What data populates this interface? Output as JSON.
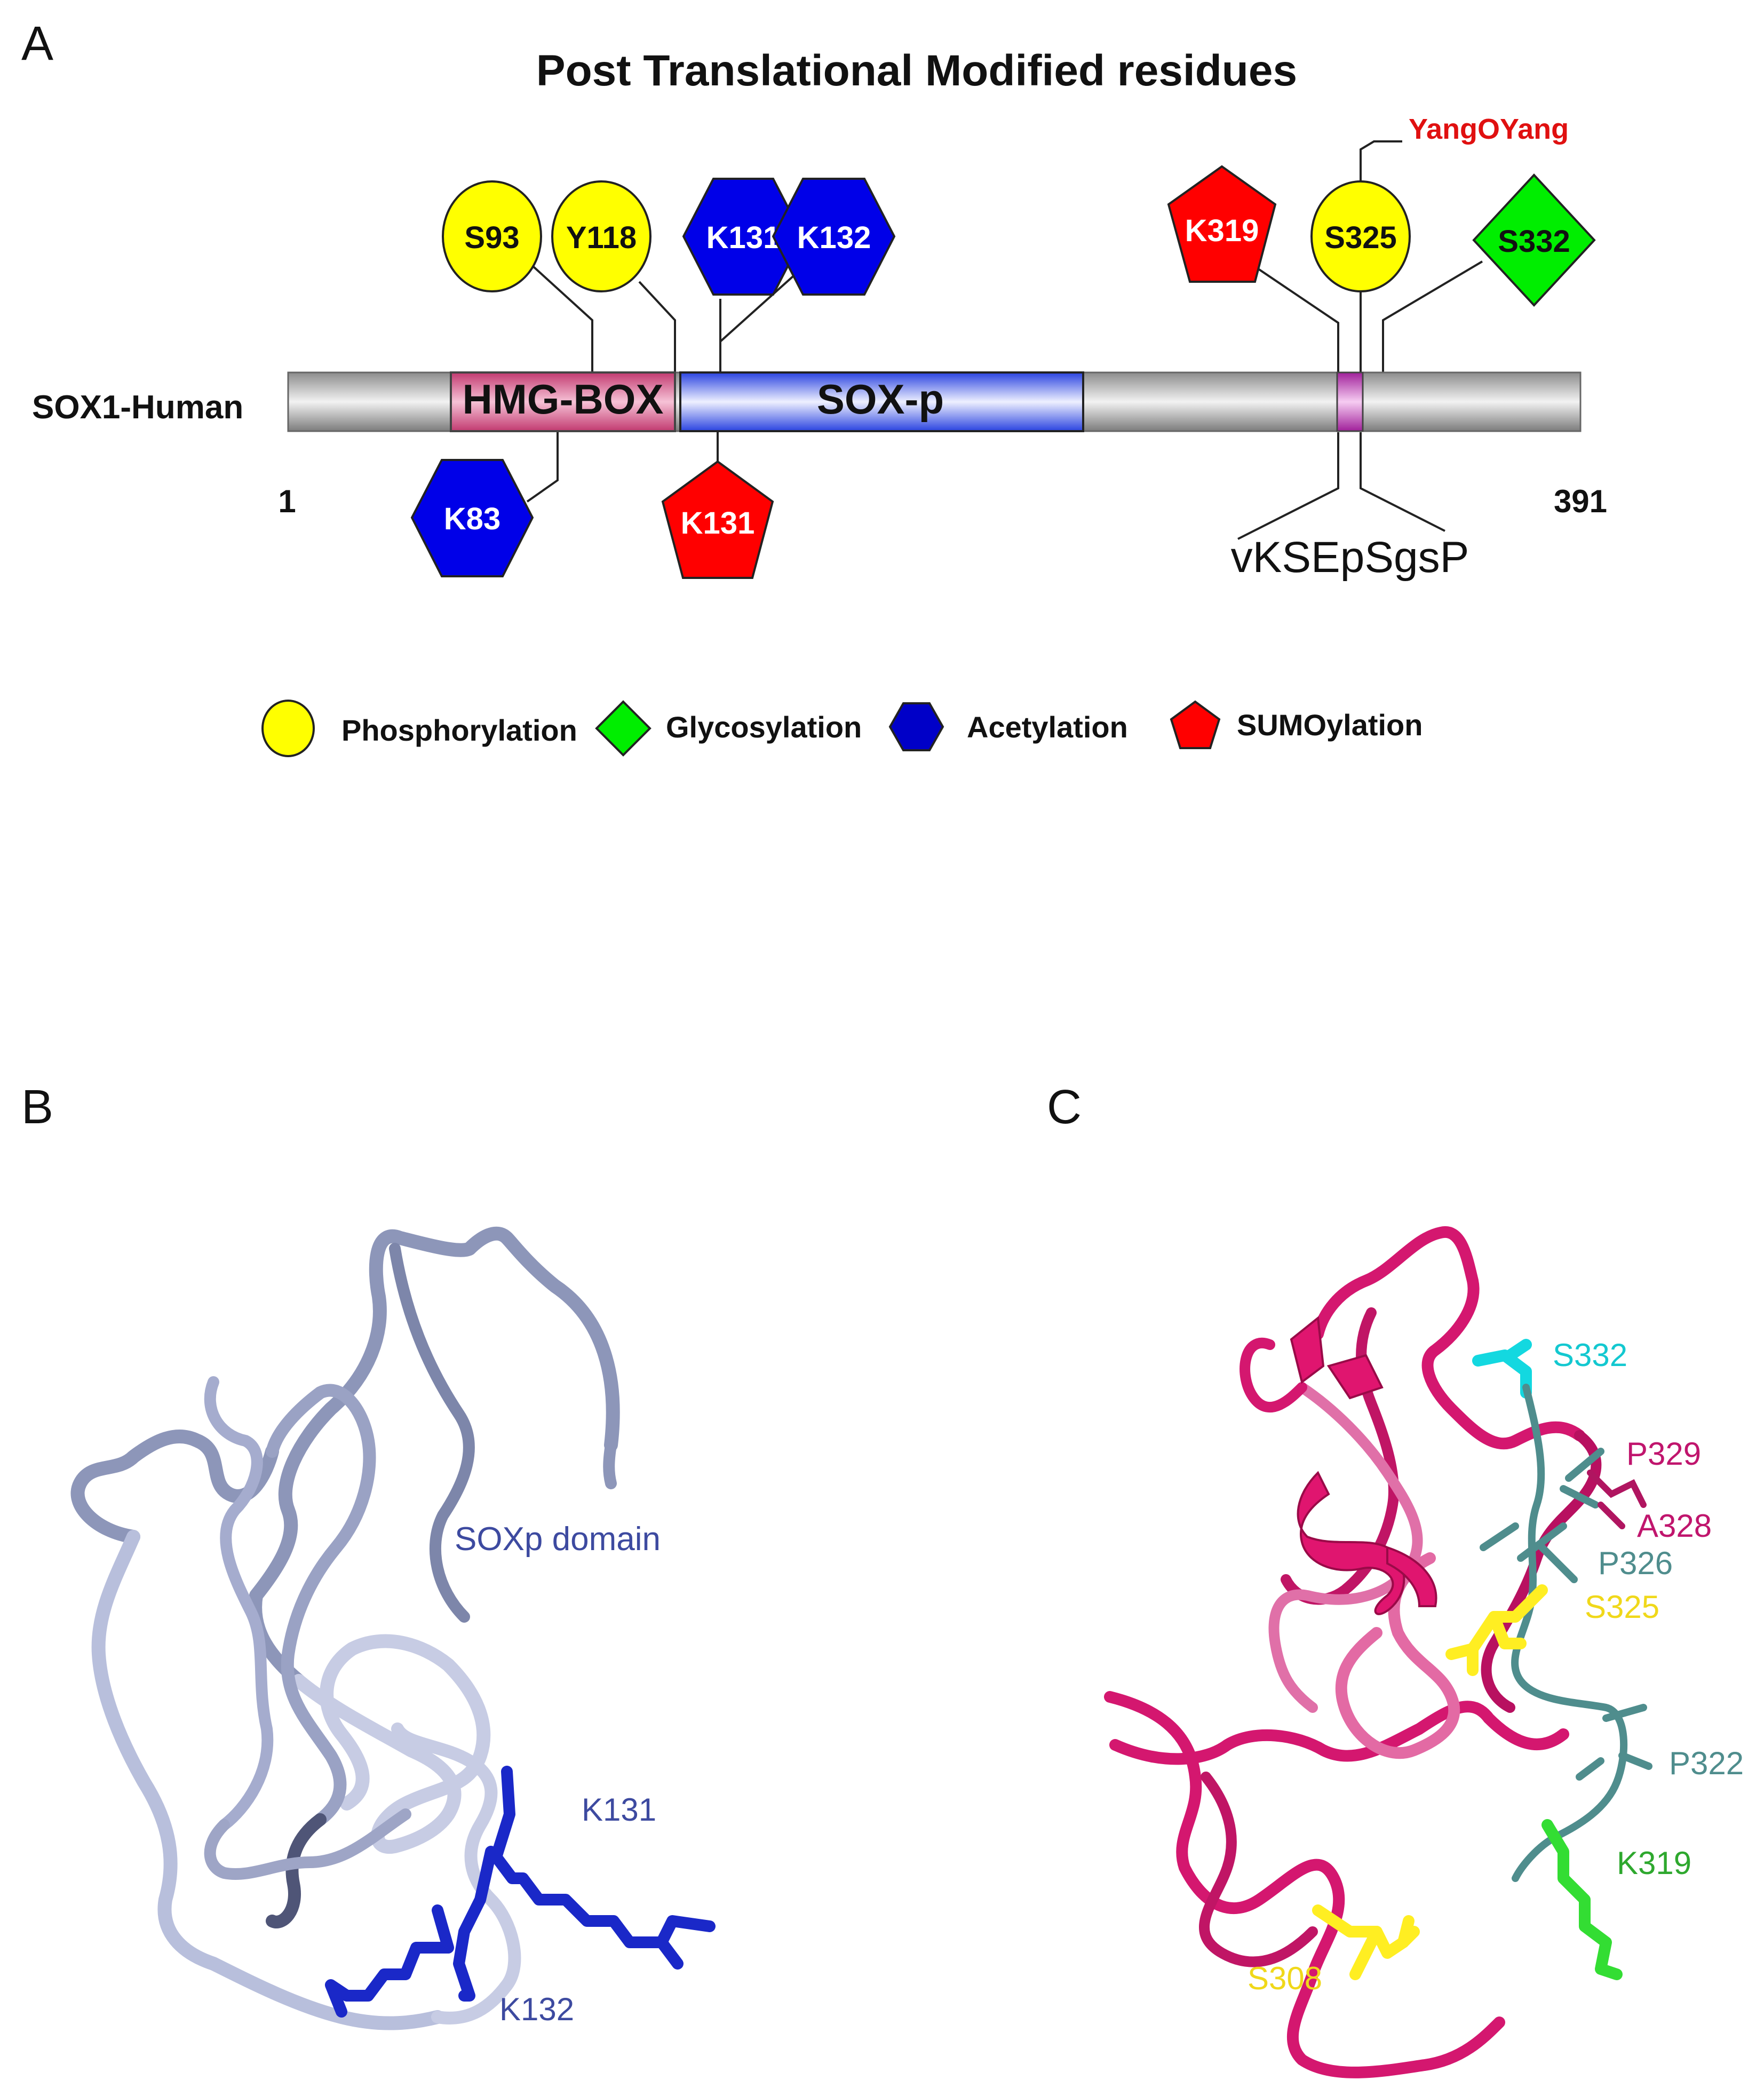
{
  "panels": {
    "a": "A",
    "b": "B",
    "c": "C"
  },
  "title": "Post Translational Modified residues",
  "protein": {
    "name": "SOX1-Human",
    "start": "1",
    "end": "391",
    "sequence": "vKSEpSgsP"
  },
  "domains": {
    "hmg": "HMG-BOX",
    "soxp": "SOX-p"
  },
  "top_sites": {
    "s93": "S93",
    "y118": "Y118",
    "k131": "K131",
    "k132": "K132",
    "k319": "K319",
    "s325": "S325",
    "s332": "S332"
  },
  "bottom_sites": {
    "k83": "K83",
    "k131": "K131"
  },
  "glyco_note": "YangOYang",
  "legend": {
    "phos": "Phosphorylation",
    "glyco": "Glycosylation",
    "acet": "Acetylation",
    "sumo": "SUMOylation"
  },
  "colors": {
    "phos": "#ffff00",
    "glyco": "#00ee00",
    "acet": "#0000e8",
    "sumo": "#ff0000",
    "hmg": "#e0709a",
    "soxp": "#3d55e8",
    "soxp_ribbon": "#b8bfdc",
    "sox_label": "#3d4aa0",
    "c_ribbon": "#d4176f",
    "c_cyan": "#13d8e0",
    "c_green": "#33dd33",
    "c_teal": "#4f8d8d",
    "c_yellow": "#ffee22"
  },
  "panel_b": {
    "domain_label": "SOXp domain",
    "res1": "K131",
    "res2": "K132"
  },
  "panel_c": {
    "s332": "S332",
    "p329": "P329",
    "a328": "A328",
    "p326": "P326",
    "s325": "S325",
    "p322": "P322",
    "k319": "K319",
    "s308": "S308"
  }
}
